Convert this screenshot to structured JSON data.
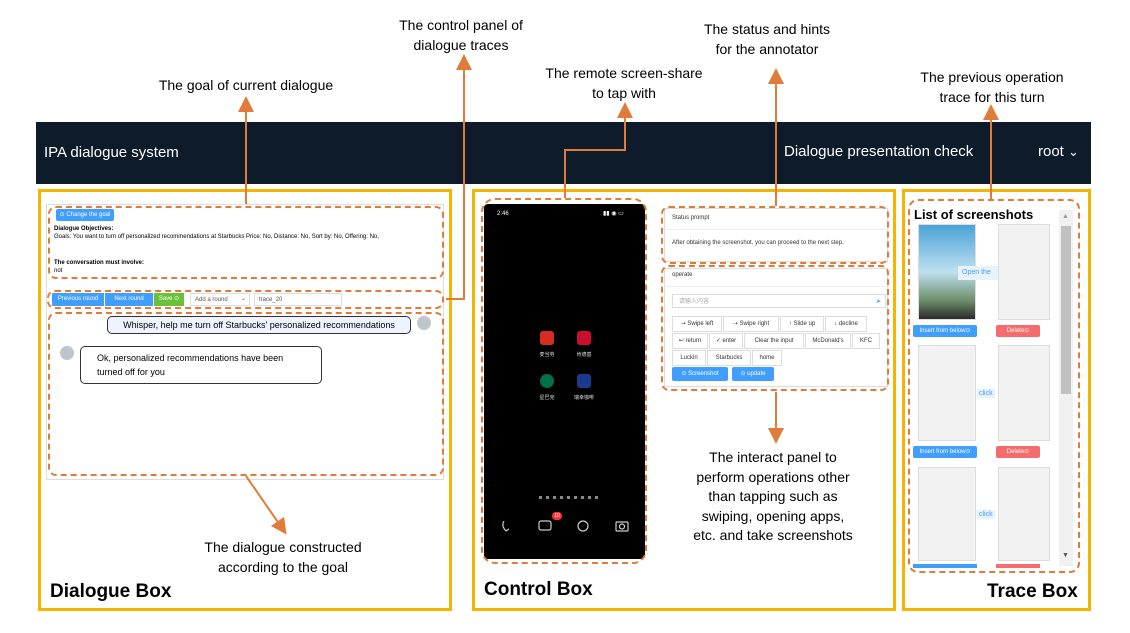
{
  "annotations": {
    "goal": "The goal of current dialogue",
    "control_panel": [
      "The control panel of",
      "dialogue traces"
    ],
    "screen_share": [
      "The remote screen-share",
      "to tap with"
    ],
    "status": [
      "The status and hints",
      "for the annotator"
    ],
    "trace": [
      "The previous operation",
      "trace for this turn"
    ],
    "dialogue": [
      "The dialogue constructed",
      "according to the goal"
    ],
    "interact": [
      "The interact panel to",
      "perform operations other",
      "than tapping such as",
      "swiping, opening apps,",
      "etc. and take screenshots"
    ]
  },
  "navbar": {
    "brand": "IPA dialogue system",
    "check": "Dialogue presentation check",
    "user": "root",
    "user_caret": "⌄"
  },
  "boxes": {
    "dialogue": "Dialogue Box",
    "control": "Control Box",
    "trace": "Trace Box"
  },
  "dialogue": {
    "change_goal": "⊙ Change the goal",
    "objectives_title": "Dialogue Objectives:",
    "goals_text": "Goals: You want to turn off personalized recommendations at Starbucks Price: No, Distance: No, Sort by: No, Offering: No,",
    "must_title": "The conversation must involve:",
    "must_text": "not",
    "prev_round": "Previous round",
    "next_round": "Next round",
    "save": "Save ⊙",
    "add_round": "Add a round",
    "add_caret": "⌄",
    "trace_select": "trace_20",
    "user_msg": "Whisper, help me turn off Starbucks' personalized recommendations",
    "bot_msg_1": "Ok, personalized recommendations have been",
    "bot_msg_2": "turned off for you"
  },
  "phone": {
    "time": "2:46",
    "status_icons": "▮▮ ◉ ▭",
    "apps": [
      "麦当劳",
      "肯德基",
      "星巴克",
      "瑞幸咖啡"
    ],
    "badge": "10"
  },
  "control": {
    "status_title": "Status prompt",
    "status_text": "After obtaining the screenshot, you can proceed to the next step.",
    "operate_title": "operate",
    "input_placeholder": "请输入内容",
    "ops_row1": [
      "⇢ Swipe left",
      "⇢ Swipe right",
      "↑ Slide up",
      "↓ decline"
    ],
    "ops_row2": [
      "↩ return",
      "✓ enter",
      "Clear the input",
      "McDonald's",
      "KFC"
    ],
    "ops_row3": [
      "Luckin",
      "Starbucks",
      "home"
    ],
    "screenshot": "⊙ Screenshot",
    "update": "⊙ update"
  },
  "trace": {
    "title": "List of screenshots",
    "open_label": "Open the",
    "click_1": "click",
    "click_2": "click",
    "insert_1": "Insert from below⊙",
    "delete_1": "Delete⊙",
    "insert_2": "Insert from below⊙",
    "delete_2": "Delete⊙"
  },
  "colors": {
    "orange_box": "#f5b400",
    "dashed": "#e07b39",
    "navbar": "#0d1b2a",
    "blue": "#409eff",
    "green": "#67c23a",
    "red": "#f56c6c"
  }
}
